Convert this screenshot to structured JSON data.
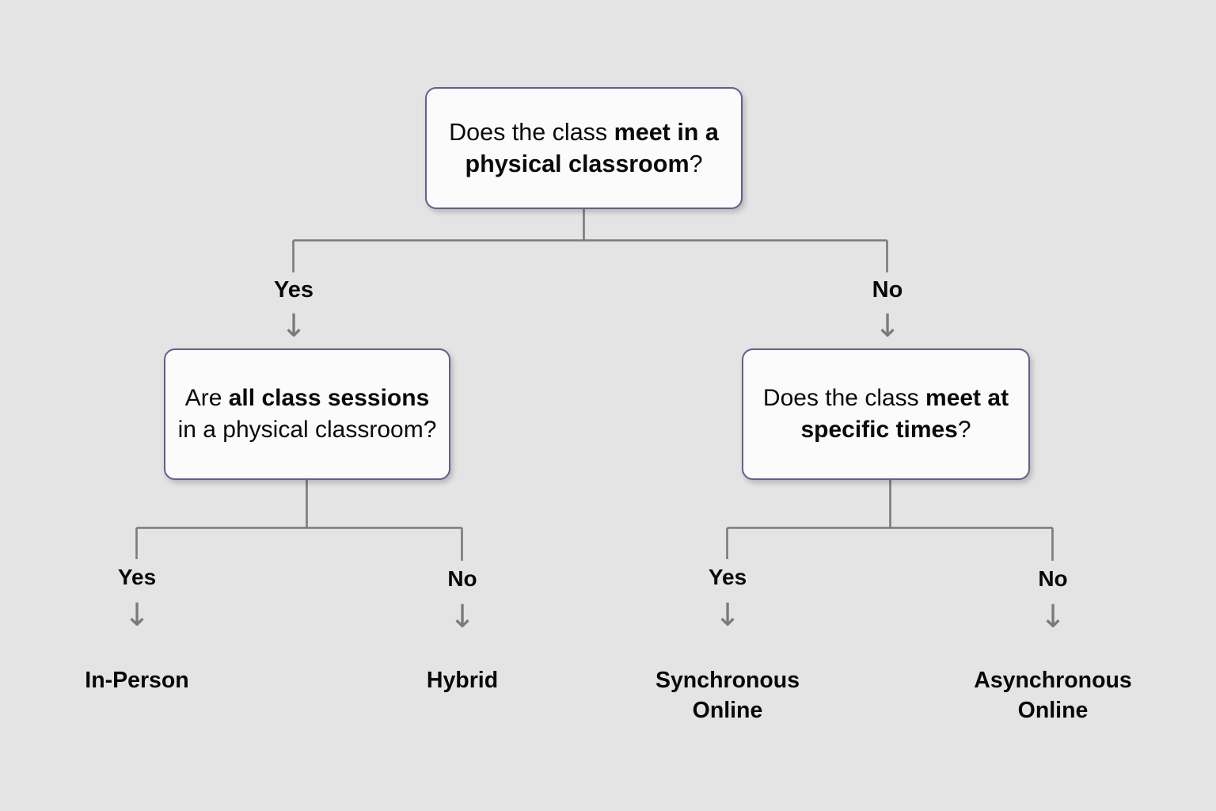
{
  "diagram": {
    "type": "decision-tree",
    "background_color": "#e4e4e4",
    "node_border_color": "#6b5b8c",
    "node_fill_color": "#fbfbfc",
    "connector_color": "#7a7a7a",
    "text_color": "#0a0a0a",
    "root": {
      "id": "root",
      "question_prefix": "Does the class ",
      "question_emphasis": "meet in a physical classroom",
      "question_suffix": "?"
    },
    "branch_left": {
      "id": "all-sessions",
      "question_prefix": "Are ",
      "question_emphasis": "all class sessions",
      "question_suffix": " in a physical classroom?"
    },
    "branch_right": {
      "id": "specific-times",
      "question_prefix": "Does the class ",
      "question_emphasis": "meet at specific times",
      "question_suffix": "?"
    },
    "edge_labels": {
      "root_yes": "Yes",
      "root_no": "No",
      "left_yes": "Yes",
      "left_no": "No",
      "right_yes": "Yes",
      "right_no": "No"
    },
    "outcomes": {
      "in_person": "In-Person",
      "hybrid": "Hybrid",
      "synchronous_online": "Synchronous\nOnline",
      "asynchronous_online": "Asynchronous\nOnline"
    },
    "arrow_glyph": "↓"
  }
}
